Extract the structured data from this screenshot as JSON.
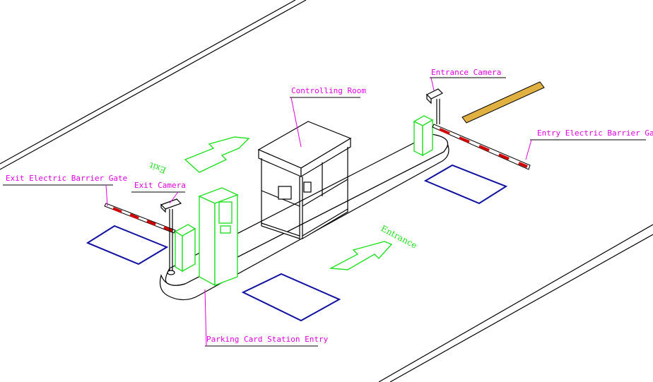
{
  "labels": {
    "entrance_camera": "Entrance Camera",
    "controlling_room": "Controlling Room",
    "entry_barrier_gate": "Entry Electric Barrier Gate",
    "exit_barrier_gate": "Exit Electric Barrier Gate",
    "exit_camera": "Exit Camera",
    "parking_card_station": "Parking Card Station Entry"
  },
  "arrows": {
    "exit": "Exit",
    "entrance": "Entrance"
  },
  "colors": {
    "label": "#e000e0",
    "equipment": "#22e022",
    "loop_detector": "#1010a0",
    "barrier_stripe": "#d00000",
    "speed_bump": "#e0b040"
  }
}
